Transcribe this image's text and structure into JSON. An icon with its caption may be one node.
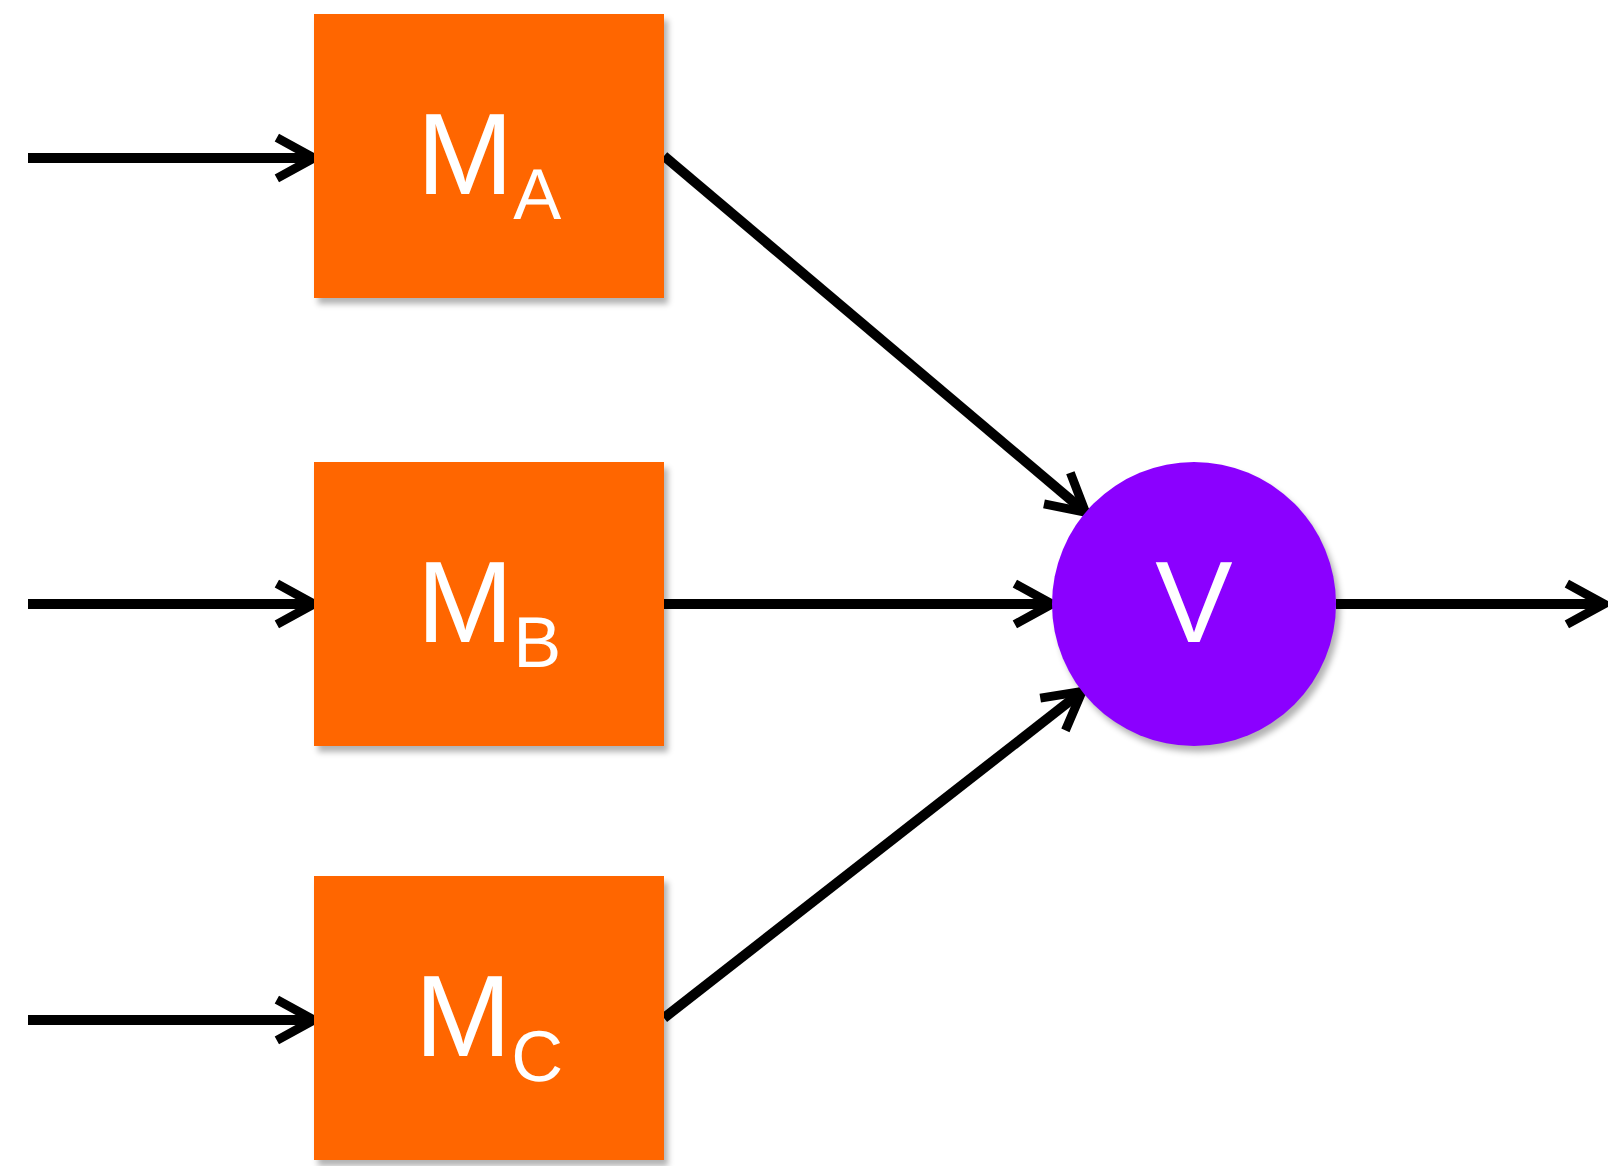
{
  "diagram": {
    "nodes": [
      {
        "text": [
          "M$_{A}$"
        ]
      },
      {
        "text": [
          "M$_{B}$"
        ]
      },
      {
        "text": [
          "M$_{C}$"
        ]
      },
      {
        "text": [
          "V"
        ]
      }
    ],
    "edges": [
      {
        "from": null,
        "to": 0,
        "arrow": "to"
      },
      {
        "from": null,
        "to": 1,
        "arrow": "to"
      },
      {
        "from": null,
        "to": 2,
        "arrow": "to"
      },
      {
        "from": 0,
        "to": 3,
        "arrow": "to"
      },
      {
        "from": 1,
        "to": 3,
        "arrow": "to"
      },
      {
        "from": 2,
        "to": 3,
        "arrow": "to"
      },
      {
        "from": 3,
        "to": null,
        "arrow": "to"
      }
    ]
  }
}
